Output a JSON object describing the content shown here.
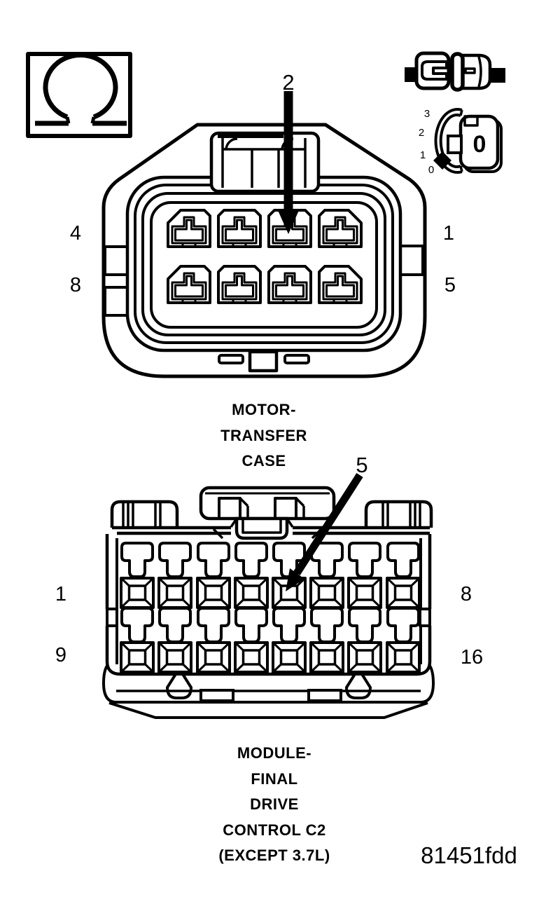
{
  "figure_id": "81451fdd",
  "legend_icons": {
    "ohmmeter_icon": "ohm-symbol",
    "probe_icon": "disconnect-connector-symbol",
    "key_positions": [
      "3",
      "2",
      "1",
      "0"
    ],
    "key_face_label": "0"
  },
  "top_connector": {
    "caption_lines": [
      "MOTOR-",
      "TRANSFER",
      "CASE"
    ],
    "callout_pin": "2",
    "pin_labels": {
      "left_top": "4",
      "left_bottom": "8",
      "right_top": "1",
      "right_bottom": "5"
    }
  },
  "bottom_connector": {
    "caption_lines": [
      "MODULE-",
      "FINAL",
      "DRIVE",
      "CONTROL C2",
      "(EXCEPT 3.7L)"
    ],
    "callout_pin": "5",
    "pin_labels": {
      "left_top": "1",
      "left_bottom": "9",
      "right_top": "8",
      "right_bottom": "16"
    }
  }
}
